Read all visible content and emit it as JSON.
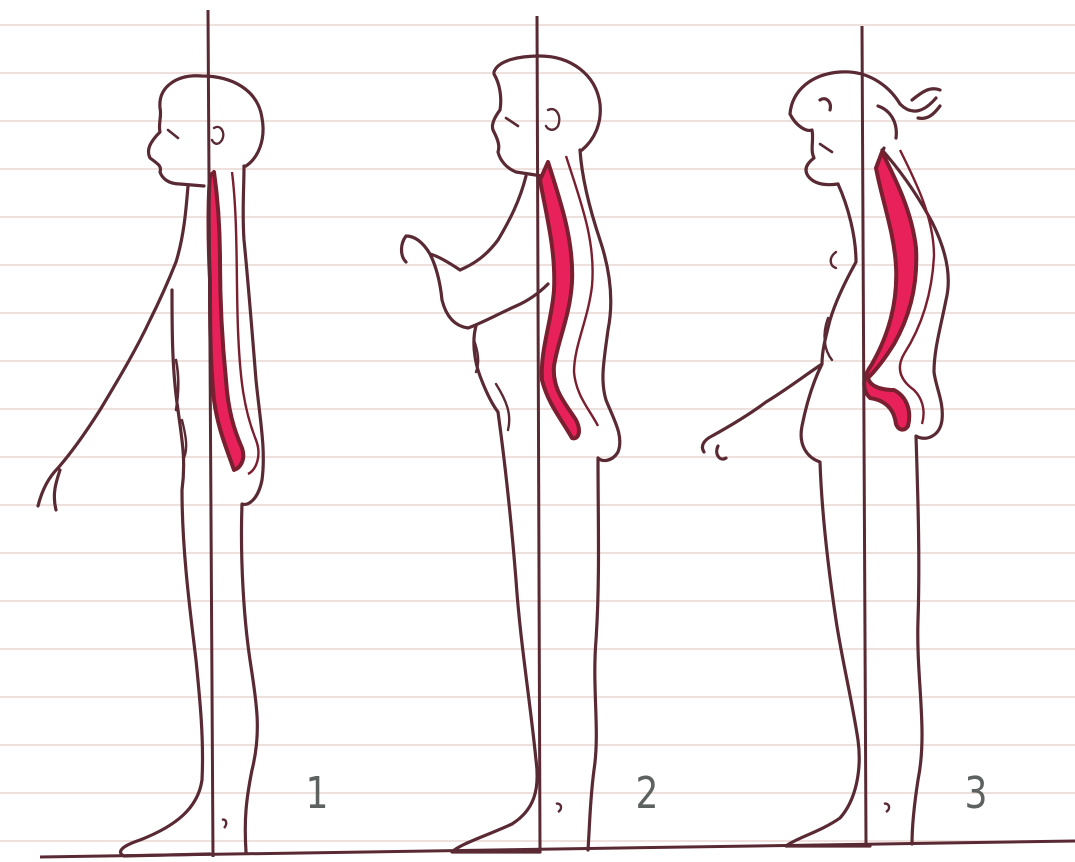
{
  "figures": [
    {
      "label": "1",
      "posture": "upright"
    },
    {
      "label": "2",
      "posture": "exaggerated-curve"
    },
    {
      "label": "3",
      "posture": "slouched"
    }
  ],
  "colors": {
    "paper": "#ffffff",
    "rule_line": "#e3cdc6",
    "plumb_line": "#5a2a34",
    "outline": "#5a2a34",
    "spine_fill": "#e8215a",
    "spine_edge": "#7a1f30",
    "number": "#5d6260"
  }
}
